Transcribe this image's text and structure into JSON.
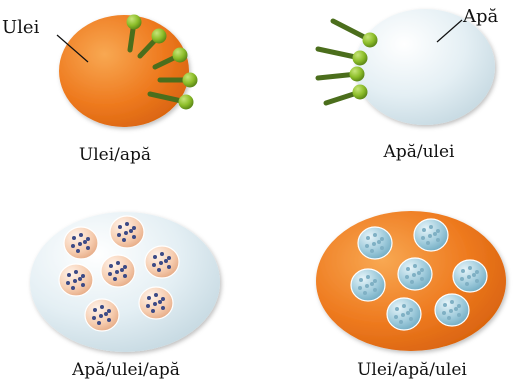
{
  "colors": {
    "oil_fill": "#EE7A1F",
    "oil_light": "#F6A24E",
    "water_fill": "#DDEAF0",
    "water_light": "#F2F8FB",
    "surfactant_head": "#8DBE2A",
    "surfactant_tail": "#4B6E1C",
    "droplet_oil_fill": "#F6CDB0",
    "droplet_water_fill": "#9CC9DA",
    "dot_color": "#3C4A86",
    "text": "#111111"
  },
  "panels": [
    {
      "id": "oil-in-water",
      "label": "Ulei",
      "caption": "Ulei/apă"
    },
    {
      "id": "water-in-oil",
      "label": "Apă",
      "caption": "Apă/ulei"
    },
    {
      "id": "water-oil-water",
      "caption": "Apă/ulei/apă"
    },
    {
      "id": "oil-water-oil",
      "caption": "Ulei/apă/ulei"
    }
  ]
}
